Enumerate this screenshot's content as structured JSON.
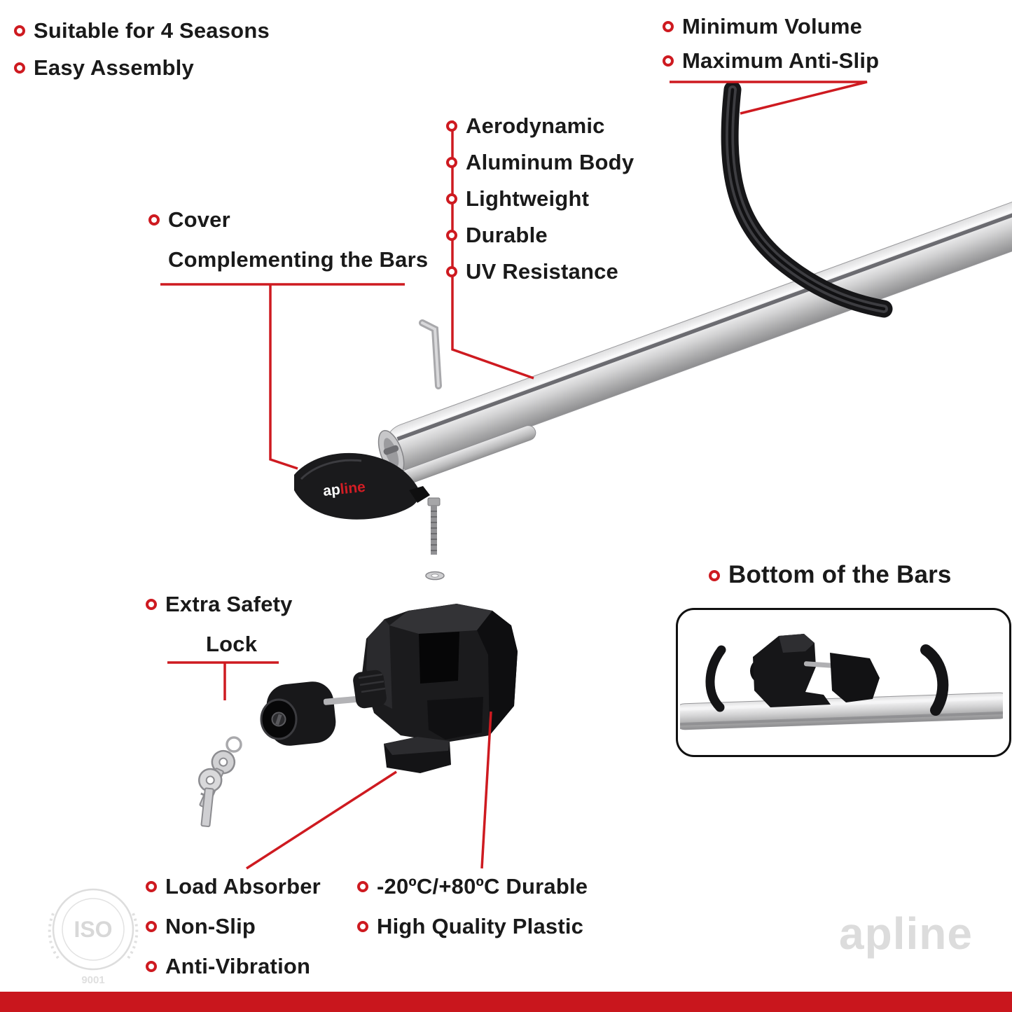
{
  "accent_color": "#ce1a20",
  "top_left": {
    "items": [
      "Suitable for 4 Seasons",
      "Easy Assembly"
    ]
  },
  "top_right": {
    "items": [
      "Minimum Volume",
      "Maximum Anti-Slip"
    ]
  },
  "center_features": {
    "items": [
      "Aerodynamic",
      "Aluminum Body",
      "Lightweight",
      "Durable",
      "UV Resistance"
    ]
  },
  "cover_label": {
    "line1": "Cover",
    "line2": "Complementing the Bars"
  },
  "safety_label": {
    "line1": "Extra Safety",
    "line2": "Lock"
  },
  "bottom_bars_label": "Bottom of the Bars",
  "bottom_left": {
    "items": [
      "Load Absorber",
      "Non-Slip",
      "Anti-Vibration"
    ]
  },
  "bottom_center": {
    "items": [
      "-20ºC/+80ºC Durable",
      "High Quality Plastic"
    ]
  },
  "logo": {
    "part1": "ap",
    "part2": "line"
  },
  "watermark": "apline",
  "iso_badge": {
    "title": "ISO",
    "number": "9001"
  }
}
